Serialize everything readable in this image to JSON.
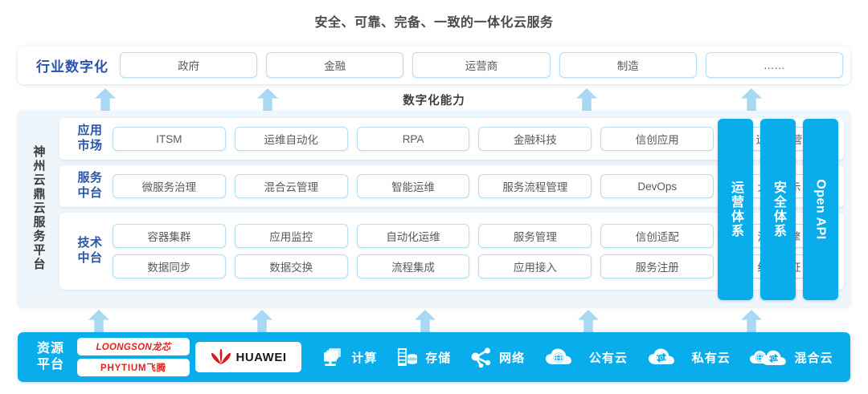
{
  "title": "安全、可靠、完备、一致的一体化云服务",
  "industry": {
    "label": "行业数字化",
    "items": [
      "政府",
      "金融",
      "运营商",
      "制造",
      "……"
    ]
  },
  "capability_label": "数字化能力",
  "platform": {
    "vertical_label": "神州云鼎云服务平台",
    "tiers": [
      {
        "label_line1": "应用",
        "label_line2": "市场",
        "rows": [
          [
            "ITSM",
            "运维自动化",
            "RPA",
            "金融科技",
            "信创应用",
            "运维/运营"
          ]
        ]
      },
      {
        "label_line1": "服务",
        "label_line2": "中台",
        "rows": [
          [
            "微服务治理",
            "混合云管理",
            "智能运维",
            "服务流程管理",
            "DevOps",
            "大屏展示"
          ]
        ]
      },
      {
        "label_line1": "技术",
        "label_line2": "中台",
        "rows": [
          [
            "容器集群",
            "应用监控",
            "自动化运维",
            "服务管理",
            "信创适配",
            "流程引擎"
          ],
          [
            "数据同步",
            "数据交换",
            "流程集成",
            "应用接入",
            "服务注册",
            "统一认证"
          ]
        ]
      }
    ],
    "side_bars": [
      {
        "text": "运营体系",
        "latin": false
      },
      {
        "text": "安全体系",
        "latin": false
      },
      {
        "text": "Open API",
        "latin": true
      }
    ]
  },
  "resource": {
    "label_line1": "资源",
    "label_line2": "平台",
    "vendor_logos": [
      "LOONGSON龙芯",
      "PHYTIUM飞腾"
    ],
    "huawei_label": "HUAWEI",
    "items": [
      {
        "label": "计算",
        "icon": "compute-icon"
      },
      {
        "label": "存储",
        "icon": "storage-icon"
      },
      {
        "label": "网络",
        "icon": "network-icon"
      },
      {
        "label": "公有云",
        "icon": "public-cloud-icon"
      },
      {
        "label": "私有云",
        "icon": "private-cloud-icon"
      },
      {
        "label": "混合云",
        "icon": "hybrid-cloud-icon"
      }
    ]
  },
  "arrows": {
    "top_x": [
      118,
      320,
      717,
      922
    ],
    "bottom_x": [
      110,
      313,
      516,
      719,
      922
    ]
  },
  "colors": {
    "accent_blue": "#0aadec",
    "label_blue": "#2a55a8",
    "panel_bg": "#eef6fb",
    "pill_border": "#b5dff4",
    "arrow": "#a8d8f2",
    "logo_red": "#e2231a"
  }
}
